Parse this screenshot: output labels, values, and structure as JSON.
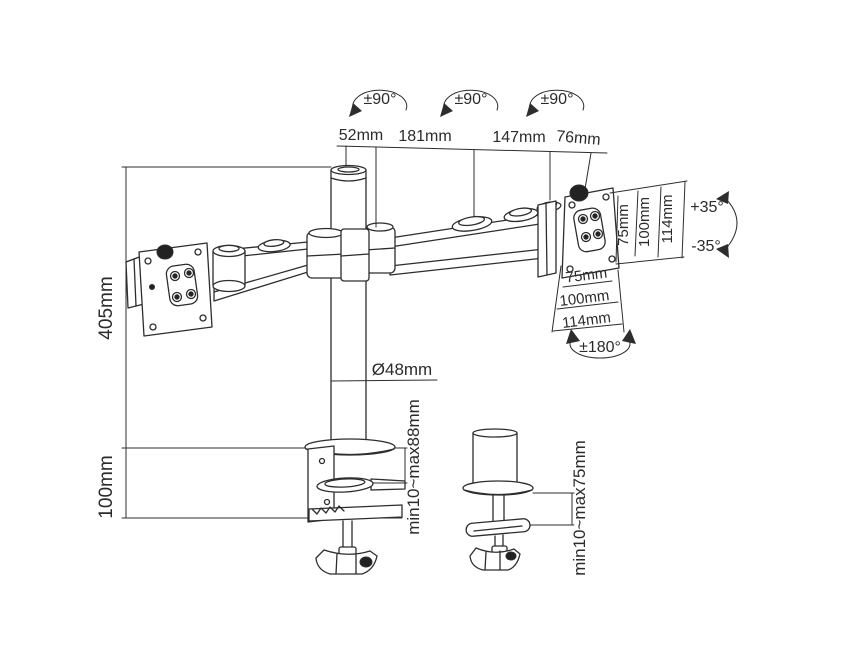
{
  "colors": {
    "line": "#2d2d2d",
    "background": "#ffffff"
  },
  "top": {
    "rotation_badges": [
      "±90°",
      "±90°",
      "±90°"
    ],
    "segments": [
      "52mm",
      "181mm",
      "147mm",
      "76mm"
    ]
  },
  "left": {
    "pole_height": "405mm",
    "clamp_height": "100mm"
  },
  "pole": {
    "diameter": "Ø48mm"
  },
  "clamp": {
    "thickness_range": "min10~max88mm"
  },
  "grommet": {
    "thickness_range": "min10~max75mm"
  },
  "vesa": {
    "vertical": [
      "75mm",
      "100mm",
      "114mm"
    ],
    "horizontal": [
      "75mm",
      "100mm",
      "114mm"
    ],
    "tilt_up": "+35°",
    "tilt_down": "-35°",
    "swivel": "±180°"
  }
}
